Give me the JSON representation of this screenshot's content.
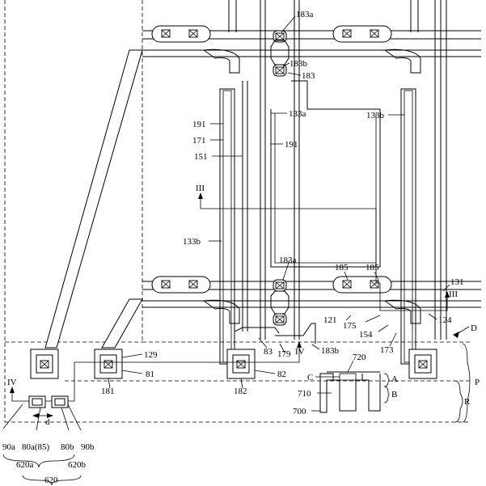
{
  "figure": {
    "labels": {
      "l183a_top": "183a",
      "l183b_top": "183b",
      "l183_top": "183",
      "l133a": "133a",
      "l133b_right": "133b",
      "l191_left": "191",
      "l171": "171",
      "l151": "151",
      "l191_mid": "191",
      "lIII_left": "III",
      "l133b_left": "133b",
      "l183a_bot": "183a",
      "l185_a": "185",
      "l185_b": "185",
      "l131": "131",
      "lIII_right": "III",
      "l121": "121",
      "l175": "175",
      "l124": "124",
      "l154": "154",
      "l173": "173",
      "l83": "83",
      "l179": "179",
      "lIV_mid": "IV",
      "l183b_bot": "183b",
      "lD": "D",
      "l129": "129",
      "l81": "81",
      "l82": "82",
      "l181": "181",
      "l182": "182",
      "l720": "720",
      "lC": "C",
      "lA": "A",
      "lB": "B",
      "l710": "710",
      "l700": "700",
      "lP": "P",
      "lR": "R",
      "lIV_left": "IV",
      "ld": "d",
      "l90a": "90a",
      "l80a85": "80a(85)",
      "l80b": "80b",
      "l90b": "90b",
      "l620a": "620a",
      "l620b": "620b",
      "l620": "620"
    }
  }
}
